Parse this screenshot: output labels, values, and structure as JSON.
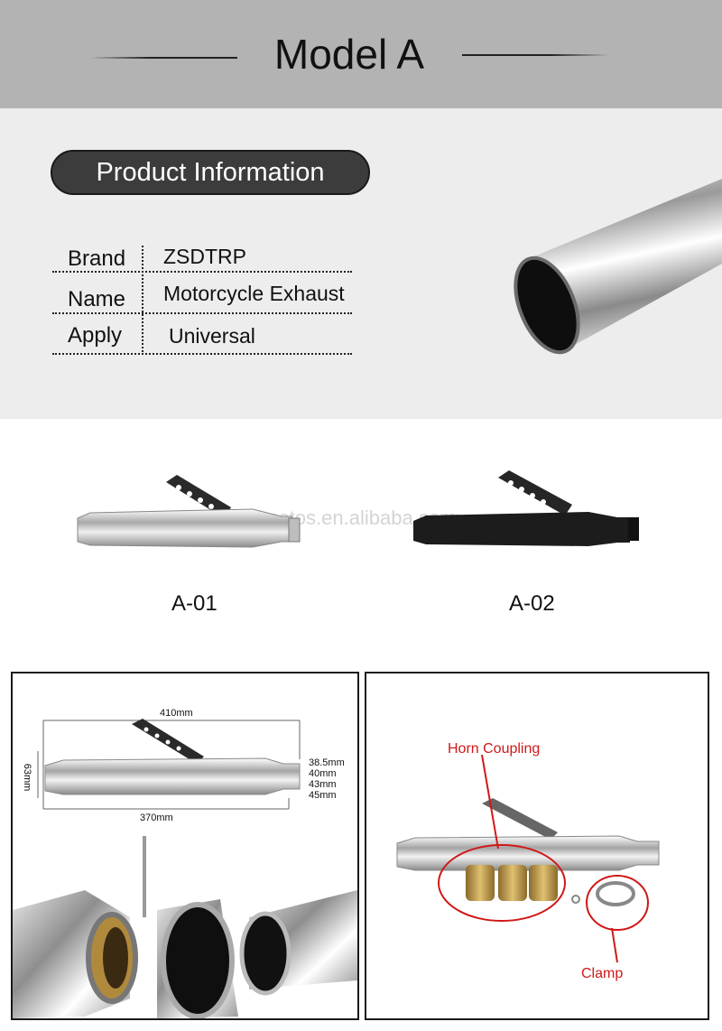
{
  "header": {
    "title": "Model A"
  },
  "info": {
    "heading": "Product  Information",
    "rows": [
      {
        "label": "Brand",
        "value": "ZSDTRP"
      },
      {
        "label": "Name",
        "value": "Motorcycle Exhaust"
      },
      {
        "label": "Apply",
        "value": "Universal"
      }
    ]
  },
  "variants": {
    "watermark": "selmotos.en.alibaba.com",
    "items": [
      {
        "code": "A-01",
        "finish_color": "#c8c8c8"
      },
      {
        "code": "A-02",
        "finish_color": "#1c1c1c"
      }
    ]
  },
  "dimensions": {
    "length_top": "410mm",
    "length_bottom": "370mm",
    "height": "63mm",
    "diameters": [
      "38.5mm",
      "40mm",
      "43mm",
      "45mm"
    ]
  },
  "accessories": {
    "coupling_label": "Horn Coupling",
    "clamp_label": "Clamp",
    "annotation_color": "#d01818"
  }
}
